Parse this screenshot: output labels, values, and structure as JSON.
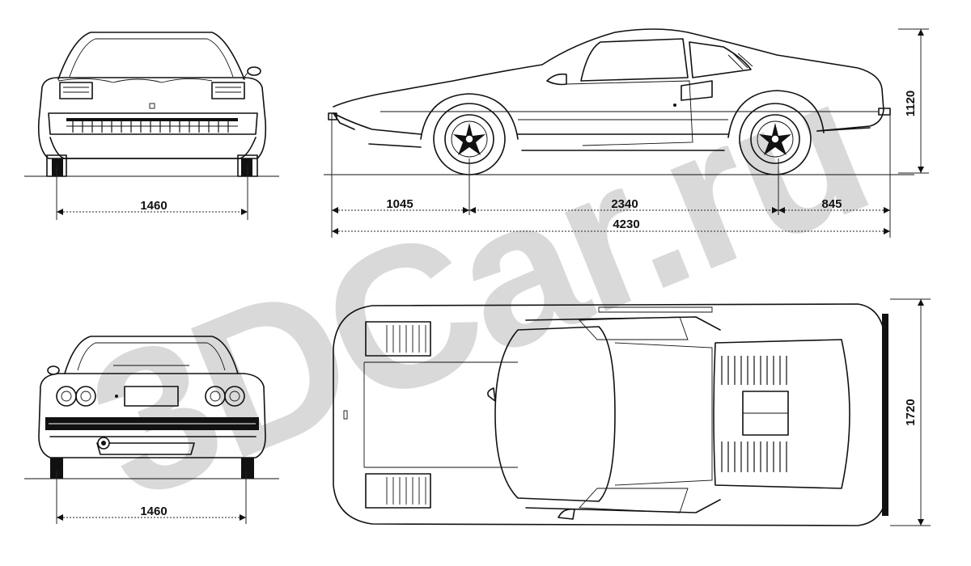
{
  "watermark": "3DCar.ru",
  "front_view": {
    "track_width": "1460"
  },
  "rear_view": {
    "track_width": "1460"
  },
  "side_view": {
    "front_overhang": "1045",
    "wheelbase": "2340",
    "rear_overhang": "845",
    "overall_length": "4230",
    "height": "1120"
  },
  "top_view": {
    "overall_width": "1720"
  }
}
